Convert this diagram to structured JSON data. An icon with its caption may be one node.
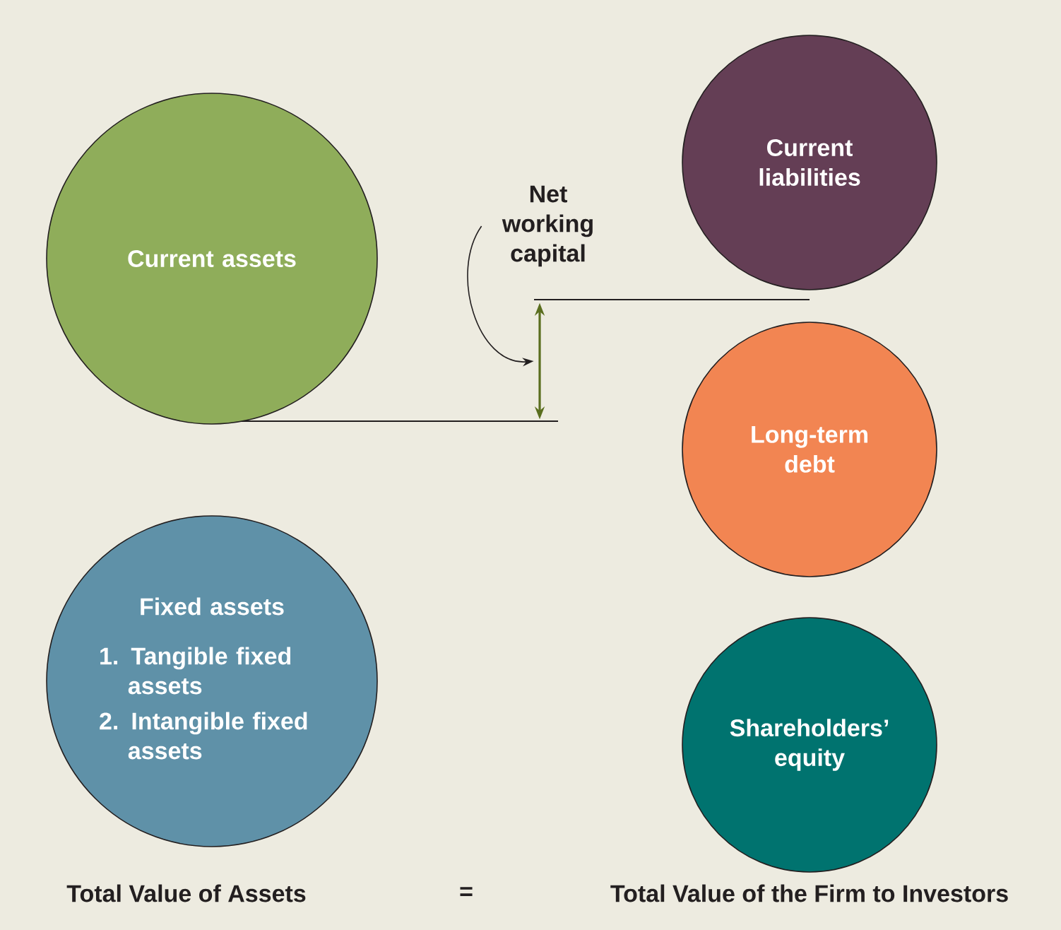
{
  "diagram": {
    "nodes": [
      {
        "text": [
          "Current assets"
        ]
      },
      {
        "text": [
          "Fixed assets",
          "1. Tangible fixed assets",
          "2. Intangible fixed assets"
        ]
      },
      {
        "text": [
          "Net working capital"
        ]
      },
      {
        "text": [
          "Current liabilities"
        ]
      },
      {
        "text": [
          "Long-term debt"
        ]
      },
      {
        "text": [
          "Shareholders’ equity"
        ]
      },
      {
        "text": [],
        "shape": "arrow"
      }
    ],
    "edges": [
      {
        "from": 2,
        "to": 6,
        "arrow": "to"
      }
    ],
    "labels": [
      "Total Value of Assets",
      "=",
      "Total Value of the Firm to Investors"
    ]
  }
}
